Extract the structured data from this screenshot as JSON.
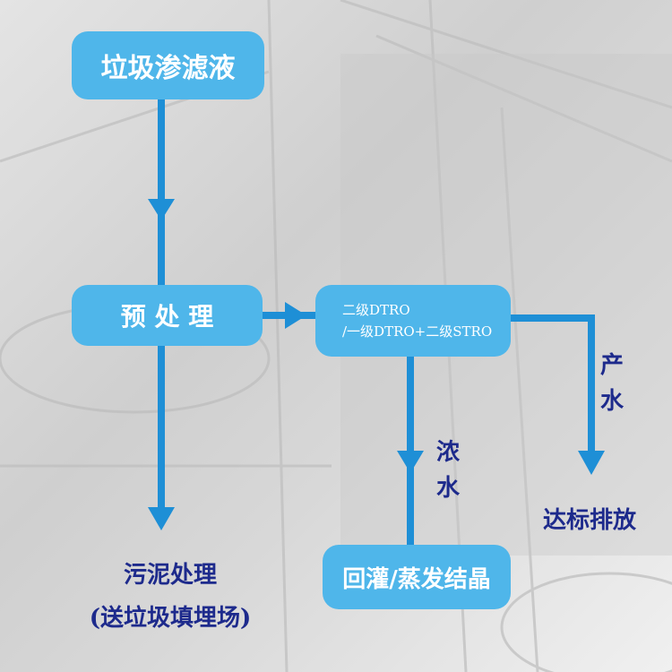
{
  "nodes": {
    "leachate": "垃圾渗滤液",
    "pretreatment": "预 处 理",
    "ro_line1": "二级DTRO",
    "ro_line2": "/一级DTRO+二级STRO",
    "recharge": "回灌/蒸发结晶",
    "discharge": "达标排放",
    "sludge_line1": "污泥处理",
    "sludge_line2": "(送垃圾填埋场)"
  },
  "edges": {
    "concentrate": "浓水",
    "product": "产水"
  },
  "colors": {
    "box": "#4fb6ea",
    "arrow": "#1e8fd6",
    "text": "#1d2a8c"
  }
}
